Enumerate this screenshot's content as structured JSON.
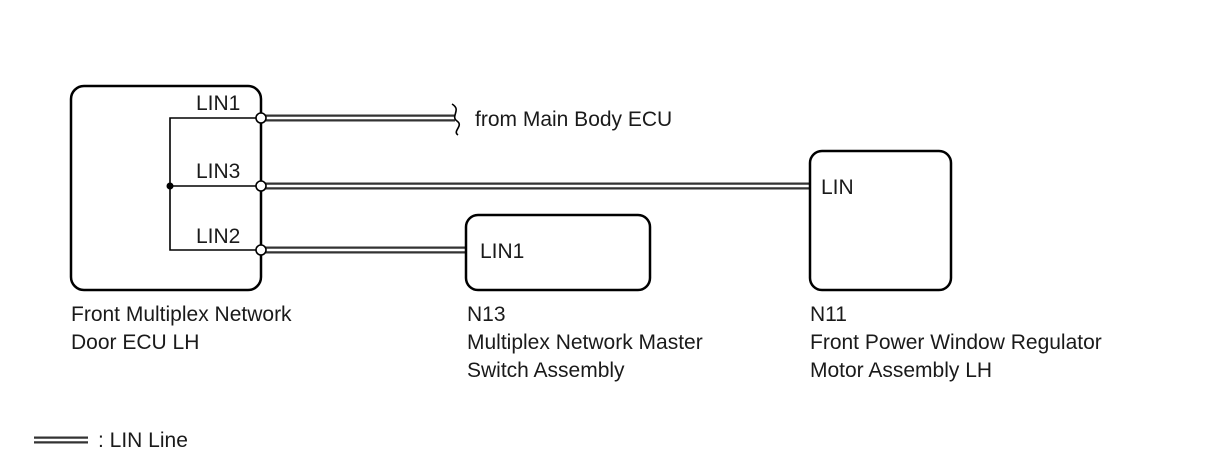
{
  "ecu": {
    "pins": {
      "lin1": "LIN1",
      "lin3": "LIN3",
      "lin2": "LIN2"
    },
    "name_line1": "Front Multiplex Network",
    "name_line2": "Door ECU LH"
  },
  "external": {
    "label": "from Main Body ECU"
  },
  "master_switch": {
    "pin": "LIN1",
    "code": "N13",
    "name_line1": "Multiplex Network Master",
    "name_line2": "Switch Assembly"
  },
  "window_motor": {
    "pin": "LIN",
    "code": "N11",
    "name_line1": "Front Power Window Regulator",
    "name_line2": "Motor Assembly LH"
  },
  "legend": {
    "label": ": LIN Line"
  }
}
